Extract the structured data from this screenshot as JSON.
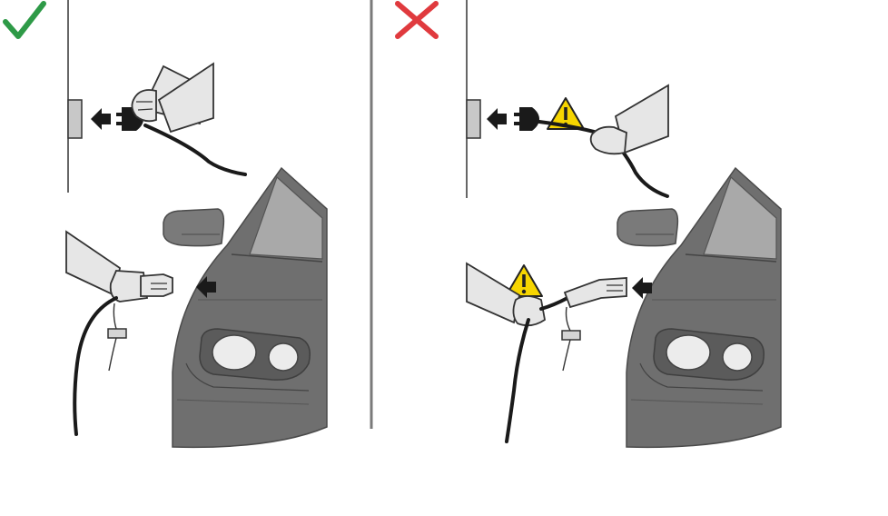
{
  "panels": [
    {
      "verdict": "correct",
      "verdict_icon": "checkmark-icon",
      "verdict_color": "#2e9a47",
      "warnings": []
    },
    {
      "verdict": "incorrect",
      "verdict_icon": "cross-icon",
      "verdict_color": "#e03a3e",
      "warnings": [
        "plug-warning",
        "connector-warning"
      ]
    }
  ],
  "colors": {
    "car_body": "#6f6f6f",
    "car_window": "#a9a9a9",
    "cable": "#1a1a1a",
    "hand_fill": "#e6e6e6",
    "warning_fill": "#f6d500",
    "divider": "#7a7a7a"
  }
}
